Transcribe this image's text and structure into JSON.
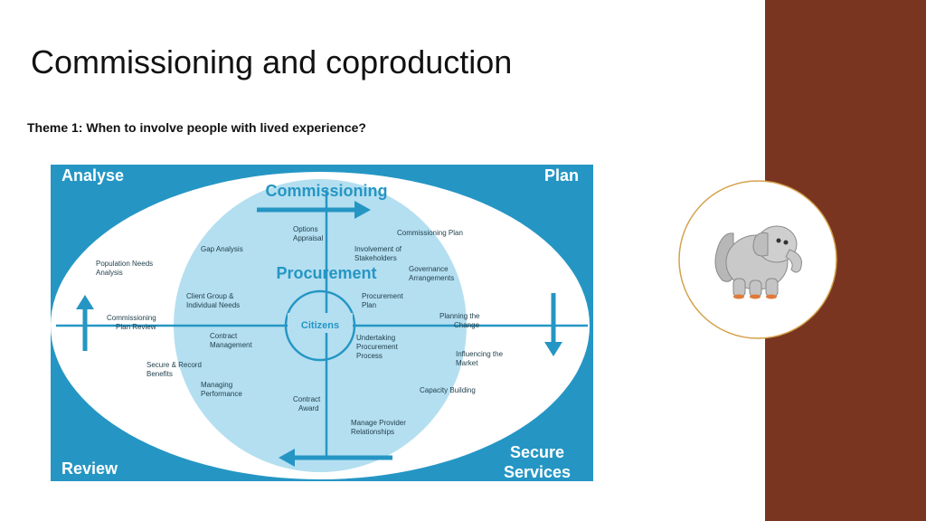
{
  "slide": {
    "title": "Commissioning and coproduction",
    "subtitle": "Theme 1: When to involve people with lived experience?"
  },
  "colors": {
    "sidebar": "#7a3520",
    "diagram_bg": "#2596c4",
    "outer_ellipse": "#ffffff",
    "inner_circle": "#b4dff0",
    "label_blue": "#2596c4",
    "dark_text": "#1e3d4a",
    "mascot_border": "#d4a24c"
  },
  "diagram": {
    "corners": {
      "analyse": "Analyse",
      "plan": "Plan",
      "review": "Review",
      "secure_line1": "Secure",
      "secure_line2": "Services"
    },
    "commissioning": "Commissioning",
    "procurement": "Procurement",
    "citizens": "Citizens",
    "labels": {
      "options_appraisal_1": "Options",
      "options_appraisal_2": "Appraisal",
      "commissioning_plan": "Commissioning Plan",
      "gap_analysis": "Gap Analysis",
      "involvement_1": "Involvement of",
      "involvement_2": "Stakeholders",
      "population_1": "Population Needs",
      "population_2": "Analysis",
      "governance_1": "Governance",
      "governance_2": "Arrangements",
      "client_group_1": "Client Group &",
      "client_group_2": "Individual Needs",
      "procurement_plan_1": "Procurement",
      "procurement_plan_2": "Plan",
      "commissioning_review_1": "Commissioning",
      "commissioning_review_2": "Plan Review",
      "planning_change_1": "Planning the",
      "planning_change_2": "Change",
      "contract_mgmt_1": "Contract",
      "contract_mgmt_2": "Management",
      "undertaking_1": "Undertaking",
      "undertaking_2": "Procurement",
      "undertaking_3": "Process",
      "influencing_1": "Influencing the",
      "influencing_2": "Market",
      "secure_record_1": "Secure & Record",
      "secure_record_2": "Benefits",
      "managing_perf_1": "Managing",
      "managing_perf_2": "Performance",
      "capacity_building": "Capacity Building",
      "contract_award_1": "Contract",
      "contract_award_2": "Award",
      "manage_provider_1": "Manage Provider",
      "manage_provider_2": "Relationships"
    }
  },
  "mascot": {
    "icon": "elephant-icon"
  }
}
